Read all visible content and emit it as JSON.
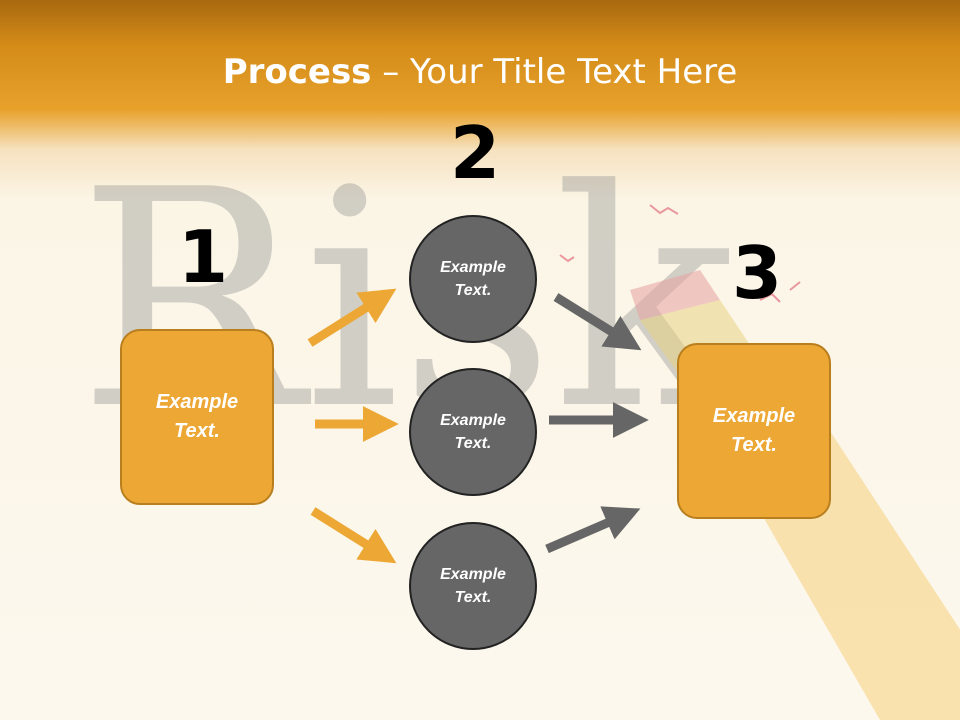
{
  "title": {
    "bold": "Process",
    "rest": " – Your Title Text Here"
  },
  "steps": [
    {
      "number": "1",
      "text": "Example\nText."
    },
    {
      "number": "2",
      "texts": [
        "Example\nText.",
        "Example\nText.",
        "Example\nText."
      ]
    },
    {
      "number": "3",
      "text": "Example\nText."
    }
  ],
  "background_word": "Risk",
  "colors": {
    "accent": "#eca735",
    "circle": "#666666",
    "arrow_orange": "#eca735",
    "arrow_gray": "#666666"
  }
}
